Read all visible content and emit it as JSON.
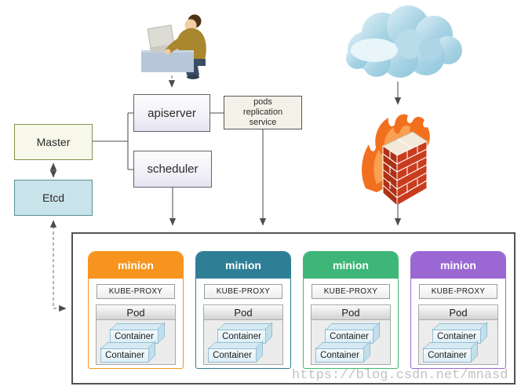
{
  "watermark": "https://blog.csdn.net/mnasd",
  "boxes": {
    "master": "Master",
    "etcd": "Etcd",
    "apiserver": "apiserver",
    "scheduler": "scheduler",
    "pods_box": {
      "lines": [
        "pods",
        "replication",
        "service"
      ]
    }
  },
  "cluster": {
    "nodes": [
      {
        "title": "minion",
        "accent": "#F7941D",
        "kube_proxy_label": "KUBE-PROXY",
        "pod_label": "Pod",
        "containers": [
          "Container",
          "Container"
        ]
      },
      {
        "title": "minion",
        "accent": "#2E7E96",
        "kube_proxy_label": "KUBE-PROXY",
        "pod_label": "Pod",
        "containers": [
          "Container",
          "Container"
        ]
      },
      {
        "title": "minion",
        "accent": "#3EB677",
        "kube_proxy_label": "KUBE-PROXY",
        "pod_label": "Pod",
        "containers": [
          "Container",
          "Container"
        ]
      },
      {
        "title": "minion",
        "accent": "#9A67D3",
        "kube_proxy_label": "KUBE-PROXY",
        "pod_label": "Pod",
        "containers": [
          "Container",
          "Container"
        ]
      }
    ]
  },
  "icons": {
    "user": "person-at-desk-icon",
    "cloud": "cloud-icon",
    "firewall": "firewall-icon"
  },
  "colors": {
    "master_bg": "#f7f8ea",
    "master_border": "#86914a",
    "etcd_bg": "#c9e3ea",
    "etcd_border": "#5a8f97",
    "control_box_border": "#62626f",
    "pods_bg": "#f4f2e8",
    "cluster_border": "#515257",
    "connector_line": "#6f6f6f",
    "flame_orange": "#f2701d",
    "brick_red": "#ca3c1e",
    "cloud_blue": "#a7d3e4",
    "node_accents": [
      "#F7941D",
      "#2E7E96",
      "#3EB677",
      "#9A67D3"
    ]
  }
}
